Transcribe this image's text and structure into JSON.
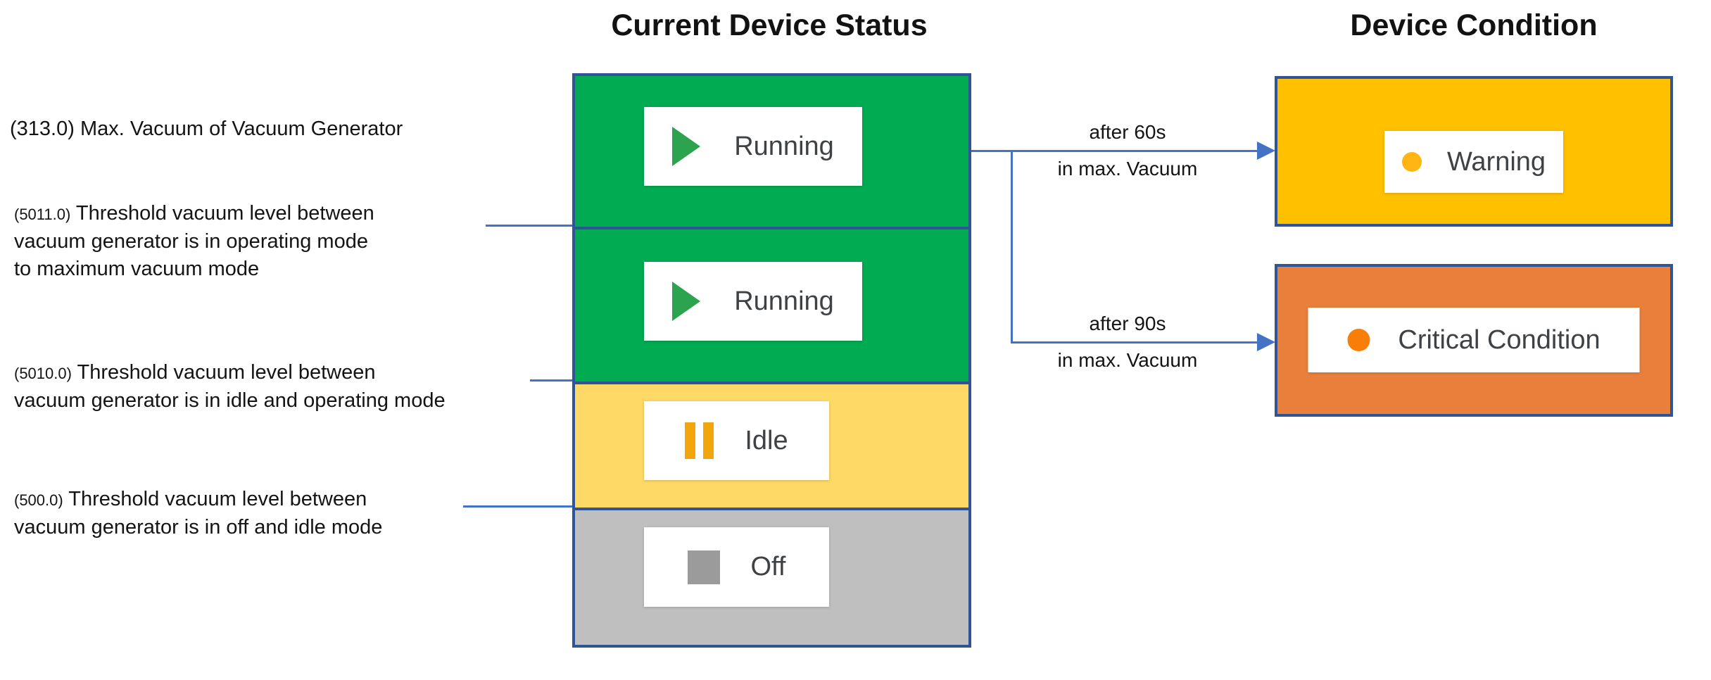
{
  "titles": {
    "left": "Current Device Status",
    "right": "Device Condition"
  },
  "left_labels": [
    {
      "value": "(313.0)",
      "lines": [
        "Max. Vacuum of Vacuum Generator"
      ]
    },
    {
      "value": "(5011.0)",
      "lines": [
        "Threshold vacuum level between",
        "vacuum generator is in operating mode",
        "to maximum vacuum mode"
      ]
    },
    {
      "value": "(5010.0)",
      "lines": [
        "Threshold vacuum level between",
        "vacuum generator is in idle and operating mode"
      ]
    },
    {
      "value": "(500.0)",
      "lines": [
        "Threshold vacuum level between",
        "vacuum generator is in off and idle mode"
      ]
    }
  ],
  "status_rows": [
    {
      "label": "Running",
      "icon": "play-icon"
    },
    {
      "label": "Running",
      "icon": "play-icon"
    },
    {
      "label": "Idle",
      "icon": "pause-icon"
    },
    {
      "label": "Off",
      "icon": "stop-icon"
    }
  ],
  "transitions": [
    {
      "line1": "after 60s",
      "line2": "in max. Vacuum"
    },
    {
      "line1": "after 90s",
      "line2": "in max. Vacuum"
    }
  ],
  "conditions": [
    {
      "label": "Warning",
      "icon": "warning-dot-icon"
    },
    {
      "label": "Critical Condition",
      "icon": "critical-dot-icon"
    }
  ],
  "colors": {
    "running-green": "#00AB52",
    "idle-yellow": "#FFD966",
    "off-gray": "#BFBFBF",
    "warning-gold": "#FFC000",
    "critical-orange": "#E8803C",
    "box-border": "#2F5597",
    "connector-blue": "#4472C4",
    "play-icon": "#2BA34F",
    "pause-icon": "#F2A60B",
    "stop-icon": "#9B9B9B",
    "warning-dot": "#FFB612",
    "critical-dot": "#F97D09",
    "badge-text": "#3F4245",
    "text": "#141414"
  }
}
